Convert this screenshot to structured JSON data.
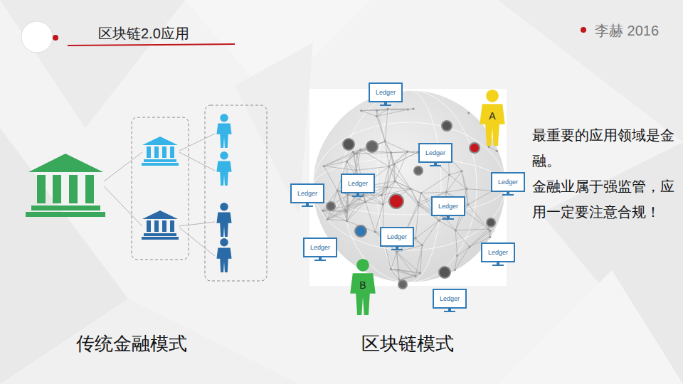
{
  "diagram": {
    "title": "区块链2.0应用",
    "nodes": [
      {
        "text": [
          "Ledger"
        ]
      },
      {
        "text": [
          "A"
        ]
      },
      {
        "text": [
          "Ledger"
        ]
      },
      {
        "text": [
          "Ledger"
        ]
      },
      {
        "text": [
          "Ledger"
        ]
      },
      {
        "text": [
          "Ledger"
        ]
      },
      {
        "text": [
          "Ledger"
        ]
      },
      {
        "text": [
          "Ledger"
        ]
      },
      {
        "text": [
          "Ledger"
        ]
      },
      {
        "text": [
          "Ledger"
        ]
      },
      {
        "text": [
          "Ledger"
        ]
      },
      {
        "text": [
          "B"
        ]
      }
    ],
    "labels": [
      "李赫 2016",
      "最重要的应用领域是金融。",
      "金融业属于强监管，应用一定要注意合规！",
      "传统金融模式",
      "区块链模式"
    ]
  }
}
